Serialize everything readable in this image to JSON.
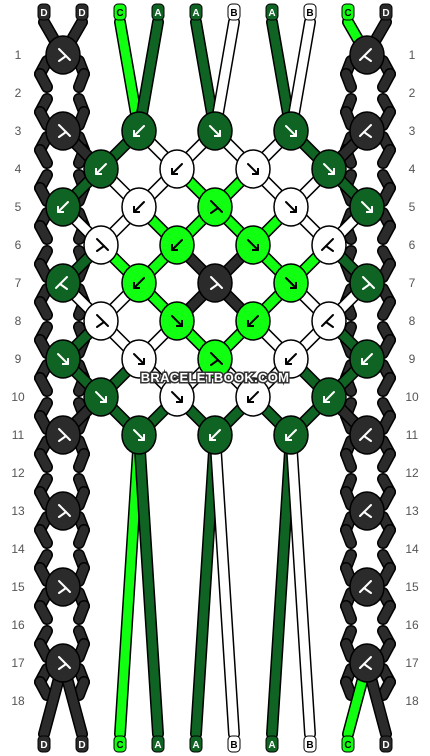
{
  "site_watermark": "BRACELETBOOK.COM",
  "colors": {
    "D": "#2b2b2b",
    "C": "#11ff11",
    "A": "#0f6323",
    "B": "#ffffff"
  },
  "strings_top": [
    "D",
    "D",
    "C",
    "A",
    "A",
    "B",
    "A",
    "B",
    "C",
    "D"
  ],
  "strings_bottom": [
    "D",
    "D",
    "C",
    "A",
    "A",
    "B",
    "A",
    "B",
    "C",
    "D"
  ],
  "row_numbers": [
    "1",
    "2",
    "3",
    "4",
    "5",
    "6",
    "7",
    "8",
    "9",
    "10",
    "11",
    "12",
    "13",
    "14",
    "15",
    "16",
    "17",
    "18"
  ],
  "knot_rows": [
    {
      "row": "1",
      "knots": [
        {
          "col": 0,
          "color": "D",
          "arrow": "fb"
        },
        {
          "col": 8,
          "color": "D",
          "arrow": "bf"
        }
      ]
    },
    {
      "row": "3",
      "knots": [
        {
          "col": 0,
          "color": "D",
          "arrow": "fb"
        },
        {
          "col": 2,
          "color": "A",
          "arrow": "b"
        },
        {
          "col": 4,
          "color": "A",
          "arrow": "f"
        },
        {
          "col": 6,
          "color": "A",
          "arrow": "f"
        },
        {
          "col": 8,
          "color": "D",
          "arrow": "bf"
        }
      ]
    },
    {
      "row": "4",
      "knots": [
        {
          "col": 1,
          "color": "A",
          "arrow": "b"
        },
        {
          "col": 3,
          "color": "B",
          "arrow": "b"
        },
        {
          "col": 5,
          "color": "B",
          "arrow": "f"
        },
        {
          "col": 7,
          "color": "A",
          "arrow": "f"
        }
      ]
    },
    {
      "row": "5",
      "knots": [
        {
          "col": 0,
          "color": "A",
          "arrow": "b"
        },
        {
          "col": 2,
          "color": "B",
          "arrow": "b"
        },
        {
          "col": 4,
          "color": "C",
          "arrow": "fb"
        },
        {
          "col": 6,
          "color": "B",
          "arrow": "f"
        },
        {
          "col": 8,
          "color": "A",
          "arrow": "f"
        }
      ]
    },
    {
      "row": "6",
      "knots": [
        {
          "col": 1,
          "color": "B",
          "arrow": "fb"
        },
        {
          "col": 3,
          "color": "C",
          "arrow": "b"
        },
        {
          "col": 5,
          "color": "C",
          "arrow": "f"
        },
        {
          "col": 7,
          "color": "B",
          "arrow": "bf"
        }
      ]
    },
    {
      "row": "7",
      "knots": [
        {
          "col": 0,
          "color": "A",
          "arrow": "bf"
        },
        {
          "col": 2,
          "color": "C",
          "arrow": "b"
        },
        {
          "col": 4,
          "color": "D",
          "arrow": "fb"
        },
        {
          "col": 6,
          "color": "C",
          "arrow": "f"
        },
        {
          "col": 8,
          "color": "A",
          "arrow": "fb"
        }
      ]
    },
    {
      "row": "8",
      "knots": [
        {
          "col": 1,
          "color": "B",
          "arrow": "fb"
        },
        {
          "col": 3,
          "color": "C",
          "arrow": "f"
        },
        {
          "col": 5,
          "color": "C",
          "arrow": "b"
        },
        {
          "col": 7,
          "color": "B",
          "arrow": "bf"
        }
      ]
    },
    {
      "row": "9",
      "knots": [
        {
          "col": 0,
          "color": "A",
          "arrow": "f"
        },
        {
          "col": 2,
          "color": "B",
          "arrow": "f"
        },
        {
          "col": 4,
          "color": "C",
          "arrow": "fb"
        },
        {
          "col": 6,
          "color": "B",
          "arrow": "b"
        },
        {
          "col": 8,
          "color": "A",
          "arrow": "b"
        }
      ]
    },
    {
      "row": "10",
      "knots": [
        {
          "col": 1,
          "color": "A",
          "arrow": "f"
        },
        {
          "col": 3,
          "color": "B",
          "arrow": "f"
        },
        {
          "col": 5,
          "color": "B",
          "arrow": "b"
        },
        {
          "col": 7,
          "color": "A",
          "arrow": "b"
        }
      ]
    },
    {
      "row": "11",
      "knots": [
        {
          "col": 0,
          "color": "D",
          "arrow": "fb"
        },
        {
          "col": 2,
          "color": "A",
          "arrow": "f"
        },
        {
          "col": 4,
          "color": "A",
          "arrow": "b"
        },
        {
          "col": 6,
          "color": "A",
          "arrow": "b"
        },
        {
          "col": 8,
          "color": "D",
          "arrow": "bf"
        }
      ]
    },
    {
      "row": "13",
      "knots": [
        {
          "col": 0,
          "color": "D",
          "arrow": "fb"
        },
        {
          "col": 8,
          "color": "D",
          "arrow": "bf"
        }
      ]
    },
    {
      "row": "15",
      "knots": [
        {
          "col": 0,
          "color": "D",
          "arrow": "fb"
        },
        {
          "col": 8,
          "color": "D",
          "arrow": "bf"
        }
      ]
    },
    {
      "row": "17",
      "knots": [
        {
          "col": 0,
          "color": "D",
          "arrow": "fb"
        },
        {
          "col": 8,
          "color": "D",
          "arrow": "bf"
        }
      ]
    }
  ]
}
